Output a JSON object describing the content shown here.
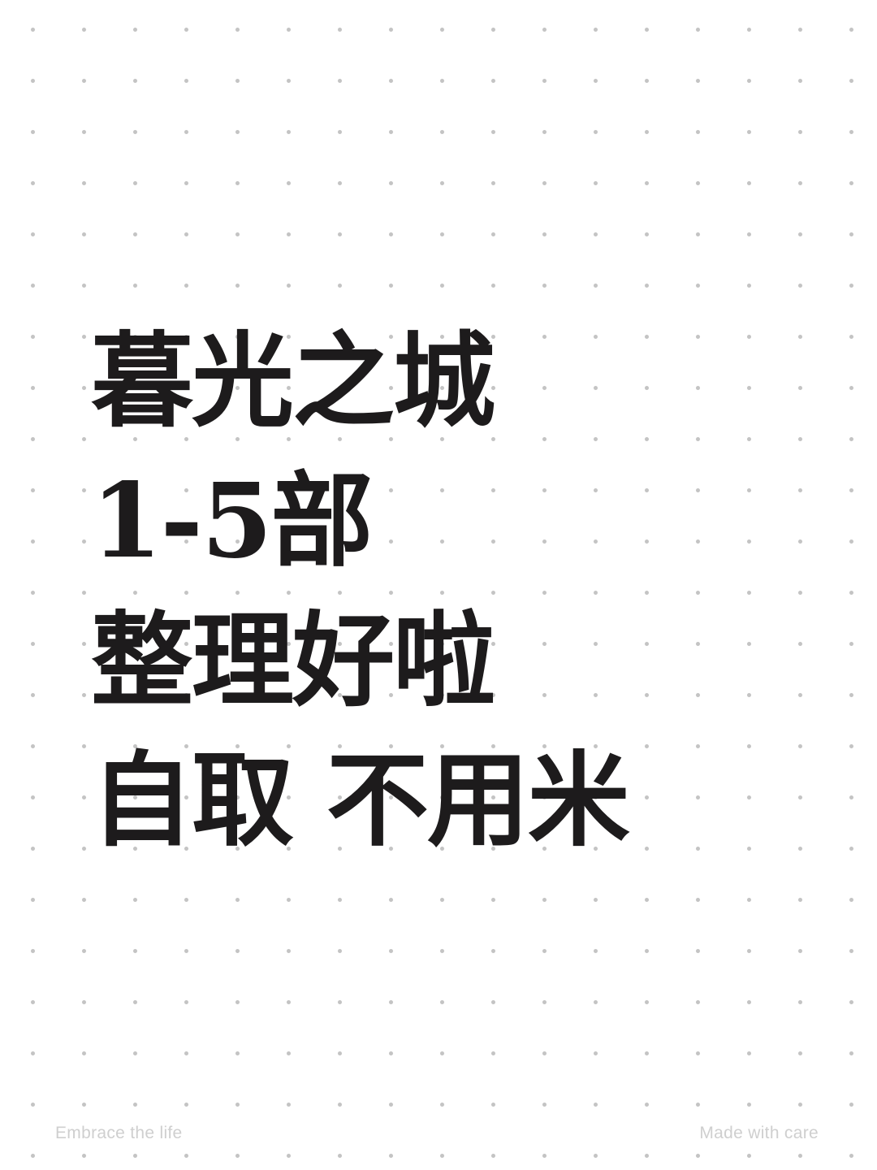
{
  "headline": {
    "lines": [
      "暮光之城",
      "1-5部",
      "整理好啦",
      "自取 不用米"
    ]
  },
  "footer": {
    "left": "Embrace the life",
    "right": "Made with care"
  },
  "colors": {
    "background": "#ffffff",
    "dots": "#c4c4c4",
    "text": "#1d1b1c",
    "footer_text": "#cfcfcf"
  }
}
